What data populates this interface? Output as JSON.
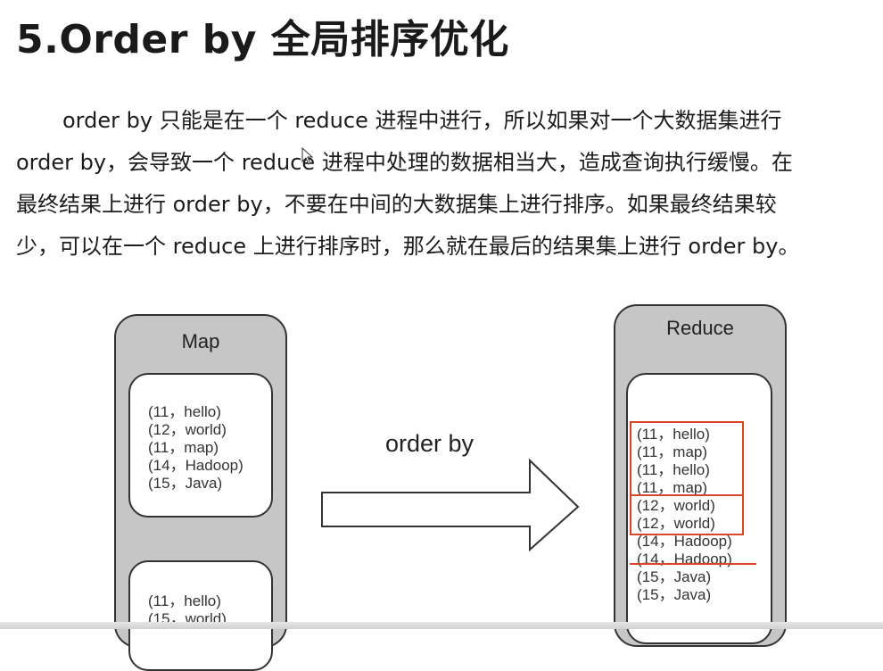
{
  "title": "5.Order by 全局排序优化",
  "paragraph": [
    "order by 只能是在一个 reduce 进程中进行，所以如果对一个大数据集进行",
    "order by，会导致一个 reduce 进程中处理的数据相当大，造成查询执行缓慢。在",
    "最终结果上进行 order by，不要在中间的大数据集上进行排序。如果最终结果较",
    "少，可以在一个 reduce 上进行排序时，那么就在最后的结果集上进行 order by。"
  ],
  "diagram": {
    "map_title": "Map",
    "map_card1": [
      "(11，hello)",
      "(12，world)",
      "(11，map)",
      "(14，Hadoop)",
      "(15，Java)"
    ],
    "map_card2": [
      "(11，hello)",
      "(15，world)"
    ],
    "arrow_label": "order by",
    "reduce_title": "Reduce",
    "reduce_rows": [
      "(11，hello)",
      "(11，map)",
      "(11，hello)",
      "(11，map)",
      "(12，world)",
      "(12，world)",
      "(14，Hadoop)",
      "(14，Hadoop)",
      "(15，Java)",
      "(15，Java)"
    ],
    "highlight_color": "#d9452c"
  }
}
